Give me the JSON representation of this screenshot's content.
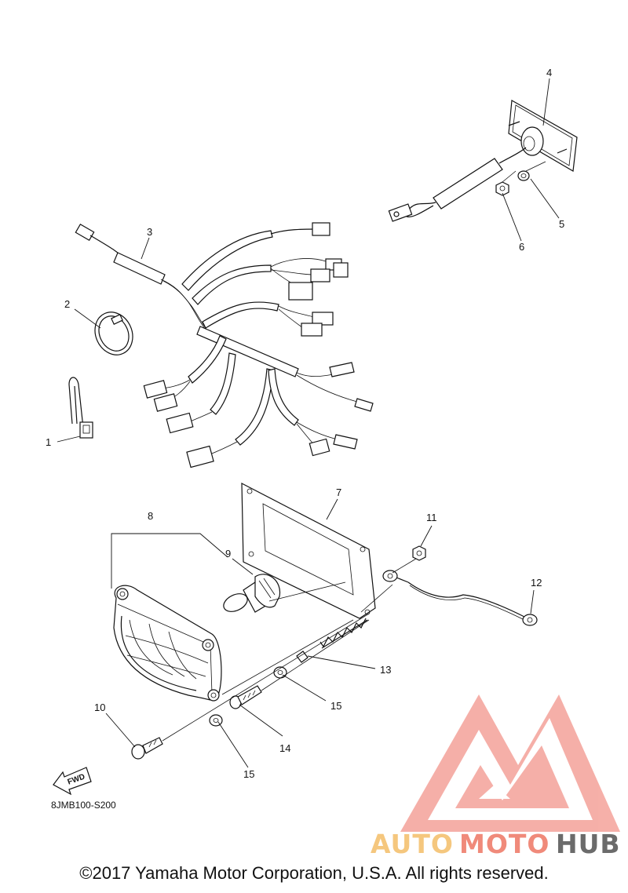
{
  "diagram": {
    "callouts": [
      "1",
      "2",
      "3",
      "4",
      "5",
      "6",
      "7",
      "8",
      "9",
      "10",
      "11",
      "12",
      "13",
      "14",
      "15",
      "15"
    ],
    "fwd_label": "FWD",
    "diagram_code": "8JMB100-S200",
    "copyright": "©2017 Yamaha Motor Corporation, U.S.A. All rights reserved."
  },
  "watermark": {
    "part1": "AUTO",
    "part2": "MOTO",
    "part3": "HUB",
    "colors": {
      "auto": "#f5c77e",
      "moto": "#f08a7a",
      "hub": "#6b6b6b",
      "triangle": "#f4a29a"
    }
  }
}
